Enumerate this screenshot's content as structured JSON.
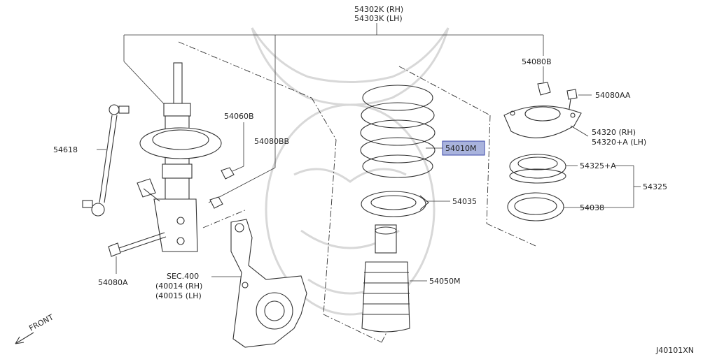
{
  "labels": {
    "strut_rh": "54302K (RH)",
    "strut_lh": "54303K (LH)",
    "nut_top": "54080B",
    "bolt_top": "54080AA",
    "mount_rh": "54320 (RH)",
    "mount_lh": "54320+A (LH)",
    "bearing": "54325+A",
    "bearing_kit": "54325",
    "bearing_seat": "54038",
    "spring": "54010M",
    "seat_lower": "54035",
    "bump_boot": "54050M",
    "link_nut": "54060B",
    "bolt_mid": "54080BB",
    "stabilizer_link": "54618",
    "bolt_low": "54080A",
    "sec": "SEC.400",
    "knuckle_rh": "(40014 (RH)",
    "knuckle_lh": "(40015 (LH)",
    "front": "FRONT",
    "diagram_id": "J40101XN"
  },
  "colors": {
    "highlight_fill": "#a9b3dd",
    "highlight_stroke": "#3a47a8",
    "line": "#333333",
    "watermark": "#d8d8d8"
  }
}
